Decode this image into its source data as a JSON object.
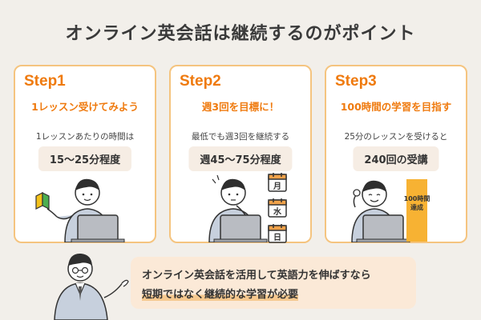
{
  "title": "オンライン英会話は継続するのがポイント",
  "steps": [
    {
      "step": "Step1",
      "heading": "1レッスン受けてみよう",
      "desc": "1レッスンあたりの時間は",
      "highlight": "15〜25分程度"
    },
    {
      "step": "Step2",
      "heading": "週3回を目標に！",
      "desc": "最低でも週3回を継続する",
      "highlight": "週45〜75分程度",
      "calendar": [
        "月",
        "水",
        "日"
      ]
    },
    {
      "step": "Step3",
      "heading": "100時間の学習を目指す",
      "desc": "25分のレッスンを受けると",
      "highlight": "240回の受講",
      "bar_label_1": "100時間",
      "bar_label_2": "達成"
    }
  ],
  "summary": {
    "line1": "オンライン英会話を活用して英語力を伸ばすなら",
    "line2": "短期ではなく継続的な学習が必要"
  },
  "colors": {
    "accent": "#ef7a0e",
    "card_border": "#f5c47f",
    "pill_bg": "#f6ede4",
    "summary_bg": "#fbe9d7",
    "bar_fill": "#f7b233"
  }
}
